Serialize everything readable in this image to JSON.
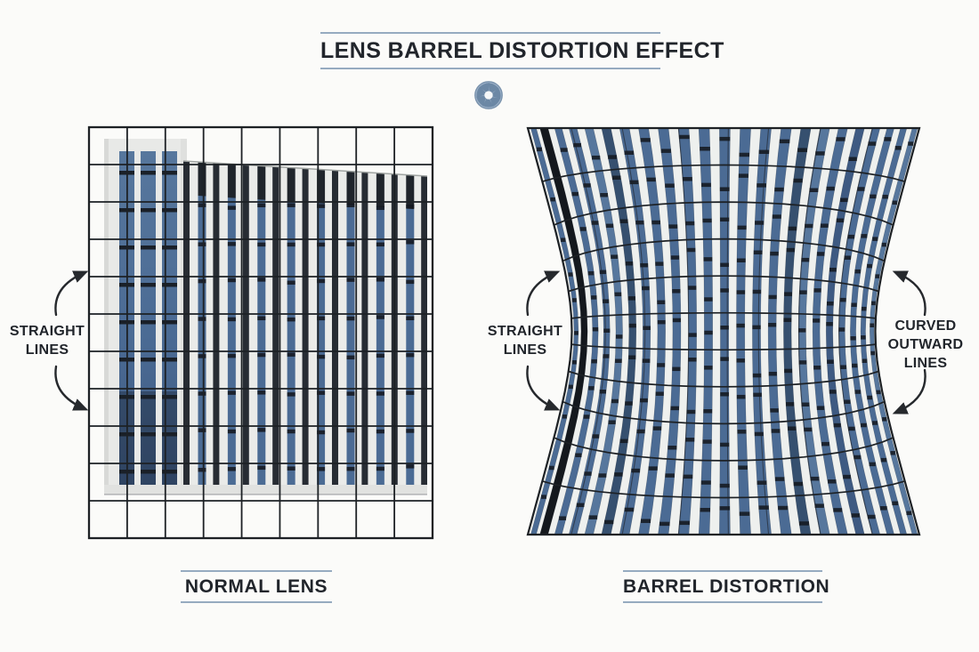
{
  "header": {
    "title": "LENS BARREL DISTORTION EFFECT",
    "aperture_icon": "camera-aperture"
  },
  "figures": {
    "left": {
      "caption": "NORMAL LENS"
    },
    "right": {
      "caption": "BARREL DISTORTION"
    }
  },
  "annotations": {
    "left_label": "STRAIGHT\nLINES",
    "middle_label": "STRAIGHT\nLINES",
    "right_label": "CURVED\nOUTWARD\nLINES"
  },
  "colors": {
    "background": "#fbfbf9",
    "accent_rule": "#96abc0",
    "text": "#21252b",
    "arrow": "#26292d",
    "grid_line": "#1d2125",
    "facade_white": "#eef0ee",
    "fin_white": "#eaebe9",
    "strip_dark": "#272c33",
    "glass_blue": "#4b6b94",
    "glass_blue_dark": "#3e5a82",
    "glass_blue_light": "#57779d",
    "glass_navy": "#36506f",
    "glass_black": "#14181d",
    "dash_dark": "#151a21",
    "icon_blue": "#8fa6c0",
    "icon_blade": "#64819f"
  }
}
